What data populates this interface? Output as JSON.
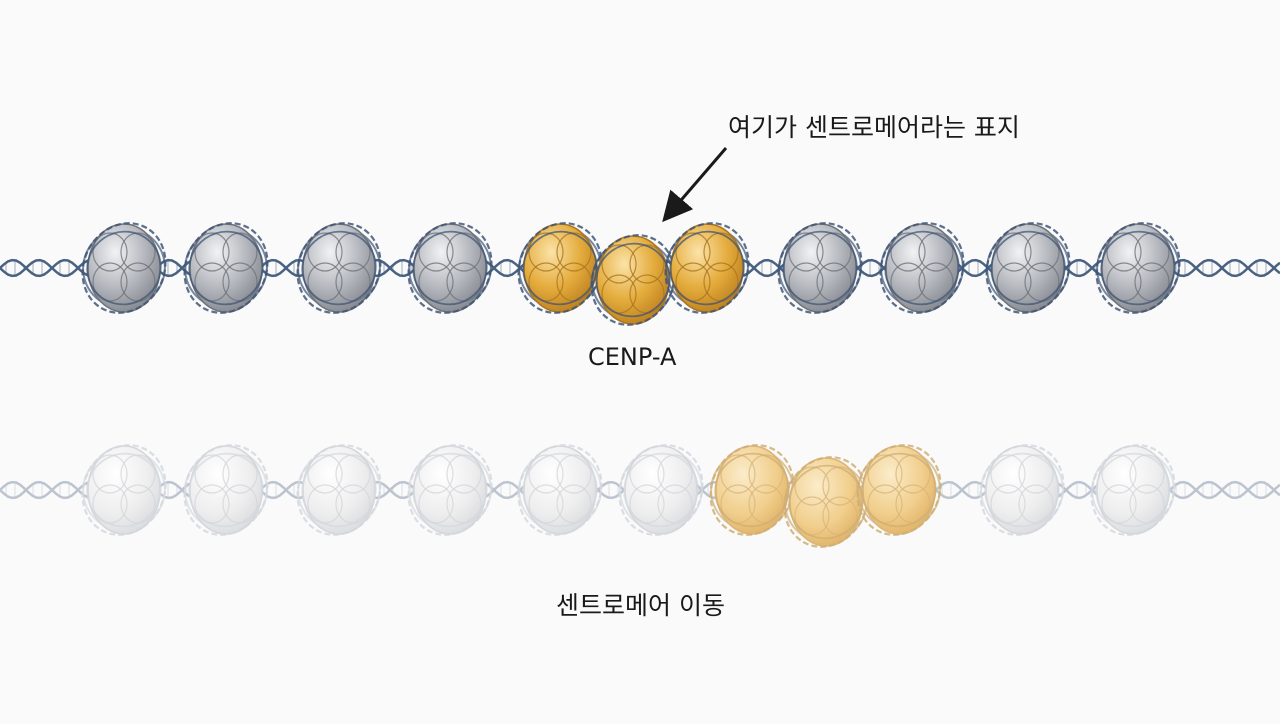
{
  "annotation": "여기가 센트로메어라는 표지",
  "protein_label": "CENP-A",
  "bottom_caption": "센트로메어 이동",
  "colors": {
    "background": "#fafafa",
    "dna_strand": "#4a6282",
    "nucleosome_gray": "#a9acb2",
    "cenp_a_orange": "#e3a93a",
    "arrow": "#1a1a1a",
    "faded_gray": "#e6e6e8",
    "faded_orange": "#f0cf8e"
  },
  "rows": [
    {
      "name": "top-chromatin",
      "faded": false,
      "nucleosomes": [
        "gray",
        "gray",
        "gray",
        "gray",
        "cenp",
        "cenp",
        "cenp",
        "gray",
        "gray",
        "gray",
        "gray"
      ]
    },
    {
      "name": "bottom-chromatin",
      "faded": true,
      "nucleosomes": [
        "gray",
        "gray",
        "gray",
        "gray",
        "gray",
        "gray",
        "cenp",
        "cenp",
        "cenp",
        "gray",
        "gray"
      ]
    }
  ]
}
